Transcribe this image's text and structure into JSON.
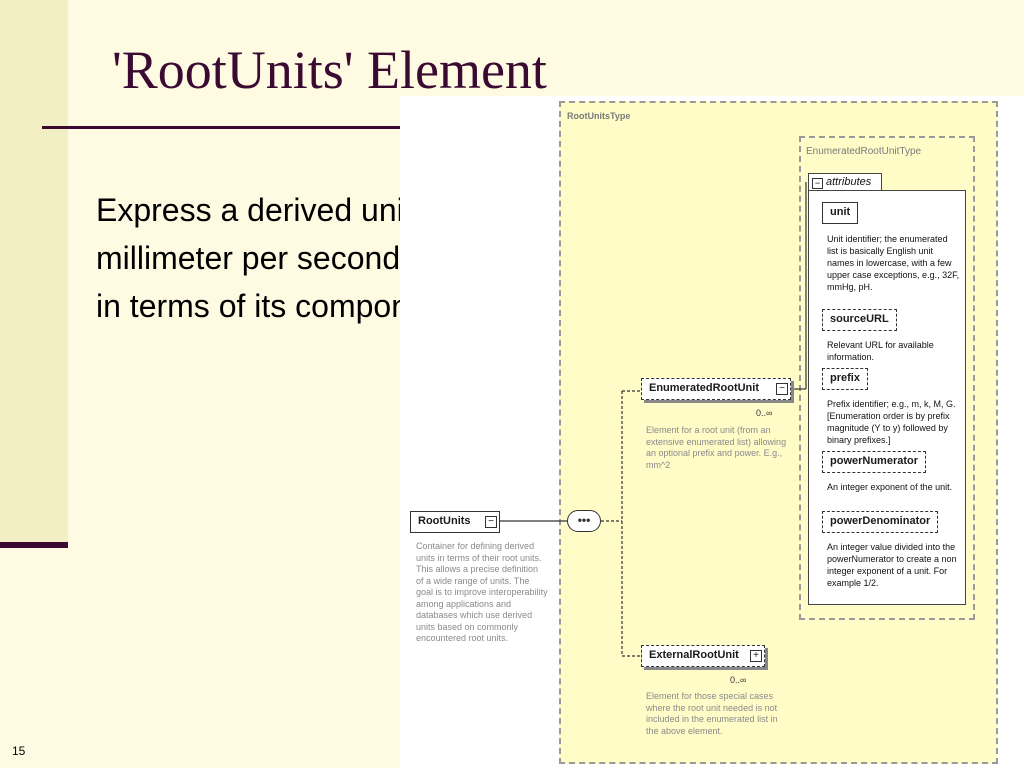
{
  "slide": {
    "title": "'RootUnits' Element",
    "body": "Express a derived unit, e.g., millimeter per second squared, in terms of its components.",
    "page_number": "15"
  },
  "diagram": {
    "root_units_type_label": "RootUnitsType",
    "enumerated_root_unit_type_label": "EnumeratedRootUnitType",
    "root_units": {
      "name": "RootUnits",
      "doc": "Container for defining derived units in terms of their root units. This allows a precise definition of a wide range of units. The goal is to improve interoperability among applications and databases which use derived units based on commonly encountered root units."
    },
    "sequence_symbol": "•••",
    "enumerated_root_unit": {
      "name": "EnumeratedRootUnit",
      "cardinality": "0..∞",
      "doc": "Element for a root unit (from an extensive enumerated list) allowing an optional prefix and power. E.g., mm^2"
    },
    "external_root_unit": {
      "name": "ExternalRootUnit",
      "cardinality": "0..∞",
      "doc": "Element for those special cases where the root unit needed is not included in the enumerated list in the above element."
    },
    "attributes_label": "attributes",
    "attributes": [
      {
        "name": "unit",
        "doc": "Unit identifier; the enumerated list is basically English unit names in lowercase, with a few upper case exceptions, e.g., 32F, mmHg, pH."
      },
      {
        "name": "sourceURL",
        "doc": "Relevant URL for available information."
      },
      {
        "name": "prefix",
        "doc": "Prefix identifier; e.g., m, k, M, G. [Enumeration order is by prefix magnitude (Y to y) followed by binary prefixes.]"
      },
      {
        "name": "powerNumerator",
        "doc": "An integer exponent of the unit."
      },
      {
        "name": "powerDenominator",
        "doc": "An integer value divided into the powerNumerator to create a non integer exponent of a unit. For example 1/2."
      }
    ]
  }
}
